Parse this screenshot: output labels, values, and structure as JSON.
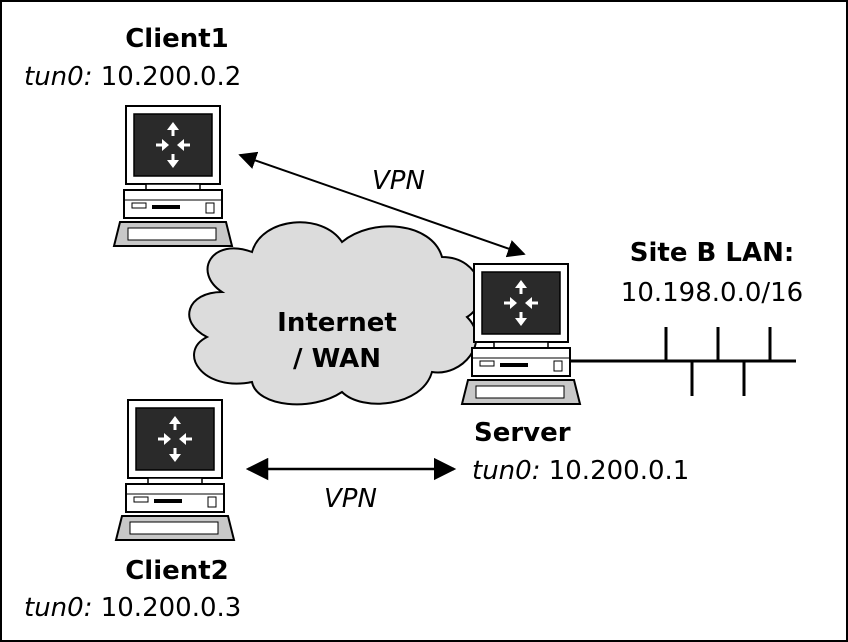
{
  "nodes": {
    "client1": {
      "name": "Client1",
      "iface": "tun0:",
      "ip": "10.200.0.2"
    },
    "client2": {
      "name": "Client2",
      "iface": "tun0:",
      "ip": "10.200.0.3"
    },
    "server": {
      "name": "Server",
      "iface": "tun0:",
      "ip": "10.200.0.1"
    }
  },
  "cloud": {
    "line1": "Internet",
    "line2": "/ WAN"
  },
  "lan": {
    "title": "Site B LAN:",
    "subnet": "10.198.0.0/16"
  },
  "links": {
    "vpn_top": "VPN",
    "vpn_bottom": "VPN"
  },
  "colors": {
    "cloud_fill": "#dcdcdc",
    "screen_fill": "#2a2a2a",
    "body_fill": "#ffffff",
    "keyboard_fill": "#c8c8c8"
  },
  "icons": [
    "router-workstation-icon",
    "cloud-icon",
    "lan-bus-icon"
  ]
}
